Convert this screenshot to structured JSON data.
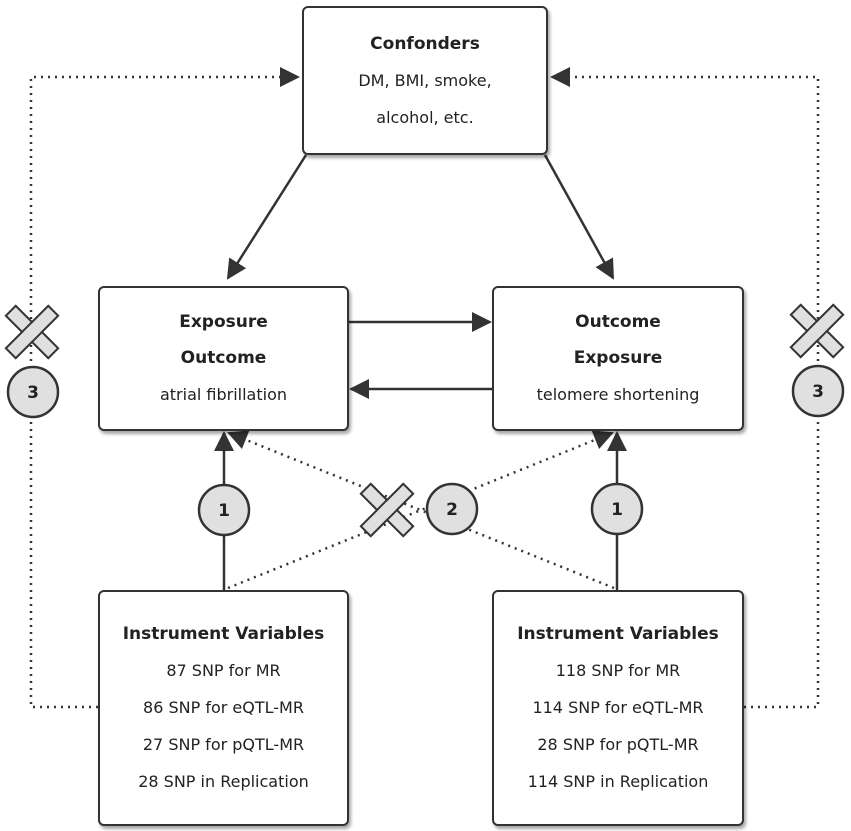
{
  "confounders": {
    "title": "Confonders",
    "lines": [
      "DM, BMI, smoke,",
      "alcohol, etc."
    ]
  },
  "exposure_box": {
    "line1": "Exposure",
    "line2": "Outcome",
    "trait": "atrial fibrillation"
  },
  "outcome_box": {
    "line1": "Outcome",
    "line2": "Exposure",
    "trait": "telomere shortening"
  },
  "iv_left": {
    "title": "Instrument Variables",
    "lines": [
      "87 SNP for MR",
      "86 SNP for eQTL-MR",
      "27 SNP for pQTL-MR",
      "28 SNP in Replication"
    ]
  },
  "iv_right": {
    "title": "Instrument Variables",
    "lines": [
      "118 SNP for MR",
      "114 SNP for eQTL-MR",
      "28 SNP for pQTL-MR",
      "114 SNP in Replication"
    ]
  },
  "assumptions": {
    "relevance": "1",
    "independence": "2",
    "exclusion": "3"
  },
  "colors": {
    "line": "#333333",
    "circle_fill": "#e0e0e0",
    "cross_fill": "#e0e0e0"
  }
}
